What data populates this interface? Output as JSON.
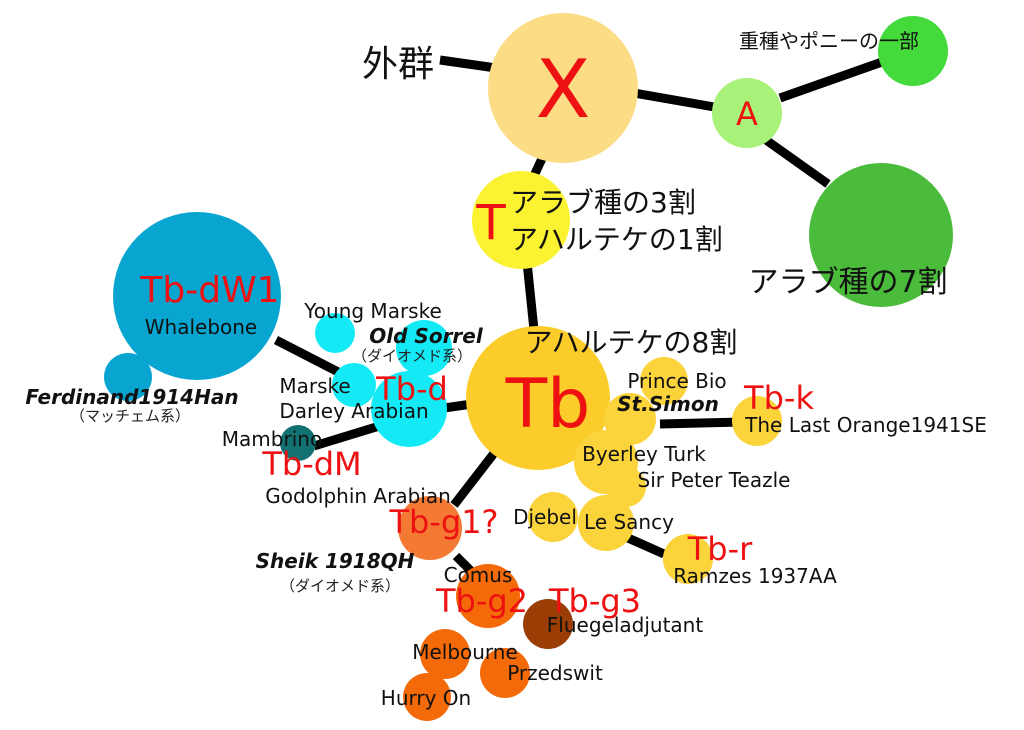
{
  "nodes": {
    "X": {
      "label": "X",
      "color": "#fcdc84"
    },
    "T": {
      "label": "T",
      "color": "#fbf232"
    },
    "A": {
      "label": "A",
      "color": "#a9f27a"
    },
    "Tb": {
      "label": "Tb",
      "color": "#fccd2a"
    },
    "Tb_dW1": {
      "label": "Tb-dW1",
      "color": "#07a5cf"
    },
    "Tb_d": {
      "label": "Tb-d",
      "color": "#14eaf6"
    },
    "Tb_dM": {
      "label": "Tb-dM",
      "color": "#127272"
    },
    "Tb_k": {
      "label": "Tb-k",
      "color": "#fbd33b"
    },
    "Tb_r": {
      "label": "Tb-r",
      "color": "#fbd33b"
    },
    "Tb_g1": {
      "label": "Tb-g1?",
      "color": "#f47a33"
    },
    "Tb_g2": {
      "label": "Tb-g2",
      "color": "#f46a08"
    },
    "Tb_g3": {
      "label": "Tb-g3",
      "color": "#9b3e05"
    }
  },
  "regions": {
    "outgroup": "外群",
    "heavy": "重種やポニーの一部",
    "arab7": "アラブ種の7割",
    "t_line1": "アラブ種の3割",
    "t_line2": "アハルテケの1割",
    "akhal8": "アハルテケの8割"
  },
  "labels": {
    "whalebone": "Whalebone",
    "young_marske": "Young Marske",
    "old_sorrel": "Old Sorrel",
    "diomed1": "（ダイオメド系）",
    "marske": "Marske",
    "darley": "Darley Arabian",
    "ferdinand": "Ferdinand1914Han",
    "matchem": "（マッチェム系）",
    "mambrino": "Mambrino",
    "godolphin": "Godolphin Arabian",
    "prince_bio": "Prince Bio",
    "st_simon": "St.Simon",
    "last_orange": "The Last Orange1941SE",
    "byerley": "Byerley Turk",
    "teazle": "Sir Peter Teazle",
    "djebel": "Djebel",
    "le_sancy": "Le Sancy",
    "ramzes": "Ramzes 1937AA",
    "sheik": "Sheik 1918QH",
    "diomed2": "（ダイオメド系）",
    "comus": "Comus",
    "fluegel": "Fluegeladjutant",
    "melbourne": "Melbourne",
    "przedswit": "Przedswit",
    "hurry_on": "Hurry On"
  },
  "colors": {
    "green_large": "#4bbb3b",
    "green_small": "#44da3c",
    "haplogroup_text": "#ee1111",
    "edge": "#000000"
  }
}
